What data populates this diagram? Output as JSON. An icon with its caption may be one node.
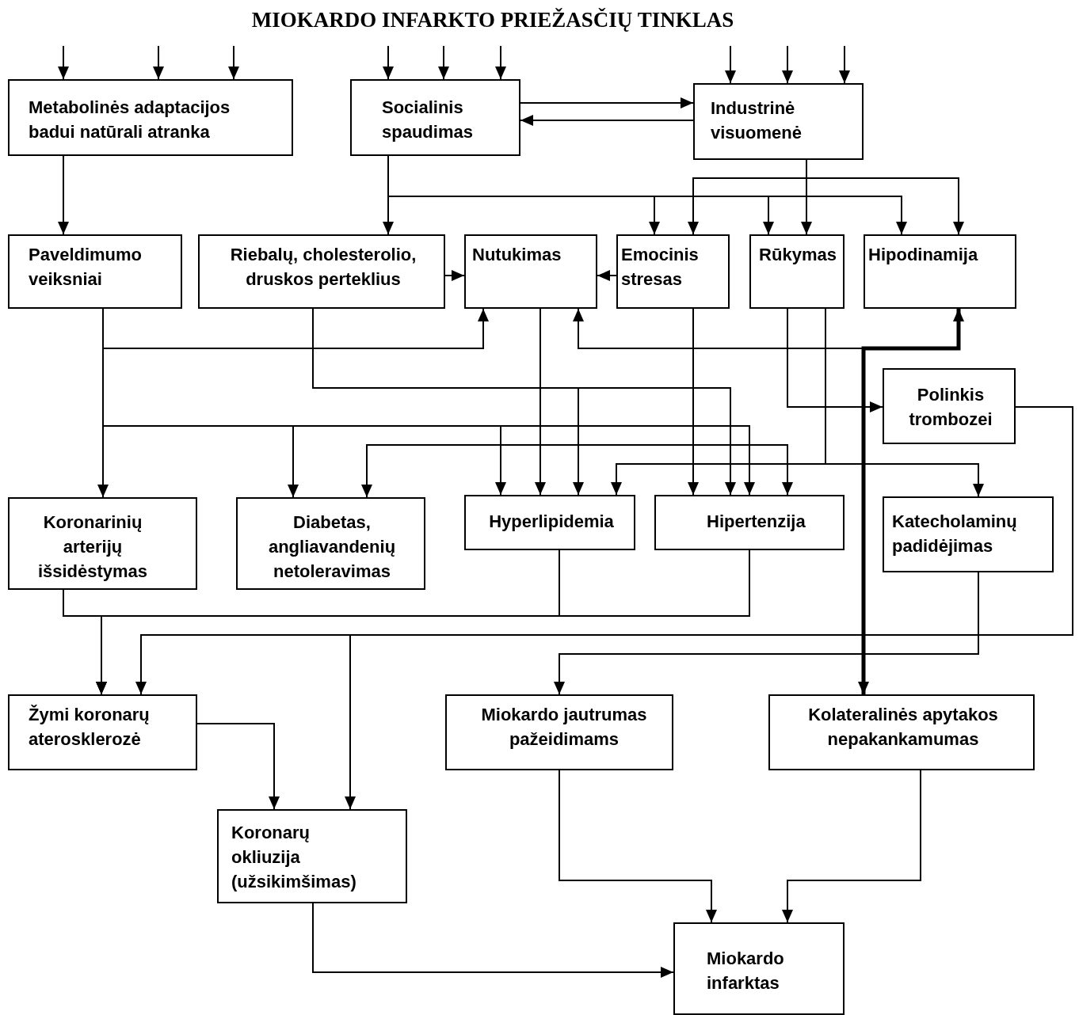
{
  "diagram": {
    "title": "MIOKARDO INFARKTO PRIEŽASČIŲ TINKLAS",
    "nodes": [
      {
        "text": [
          "Metabolinės adaptacijos badui natūrali atranka"
        ]
      },
      {
        "text": [
          "Socialinis spaudimas"
        ]
      },
      {
        "text": [
          "Industrinė visuomenė"
        ]
      },
      {
        "text": [
          "Paveldimumo veiksniai"
        ]
      },
      {
        "text": [
          "Riebalų, cholesterolio, druskos perteklius"
        ]
      },
      {
        "text": [
          "Nutukimas"
        ]
      },
      {
        "text": [
          "Emocinis stresas"
        ]
      },
      {
        "text": [
          "Rūkymas"
        ]
      },
      {
        "text": [
          "Hipodinamija"
        ]
      },
      {
        "text": [
          "Polinkis trombozei"
        ]
      },
      {
        "text": [
          "Koronarinių arterijų išsidėstymas"
        ]
      },
      {
        "text": [
          "Diabetas, angliavandenių netoleravimas"
        ]
      },
      {
        "text": [
          "Hyperlipidemia"
        ]
      },
      {
        "text": [
          "Hipertenzija"
        ]
      },
      {
        "text": [
          "Katecholaminų padidėjimas"
        ]
      },
      {
        "text": [
          "Žymi koronarų aterosklerozė"
        ]
      },
      {
        "text": [
          "Miokardo jautrumas pažeidimams"
        ]
      },
      {
        "text": [
          "Kolateralinės apytakos nepakankamumas"
        ]
      },
      {
        "text": [
          "Koronarų okliuzija (užsikimšimas)"
        ]
      },
      {
        "text": [
          "Miokardo infarktas"
        ]
      }
    ],
    "edges": [
      {
        "from": null,
        "to": 0,
        "arrow": "to"
      },
      {
        "from": null,
        "to": 0,
        "arrow": "to"
      },
      {
        "from": null,
        "to": 0,
        "arrow": "to"
      },
      {
        "from": null,
        "to": 1,
        "arrow": "to"
      },
      {
        "from": null,
        "to": 1,
        "arrow": "to"
      },
      {
        "from": null,
        "to": 1,
        "arrow": "to"
      },
      {
        "from": null,
        "to": 2,
        "arrow": "to"
      },
      {
        "from": null,
        "to": 2,
        "arrow": "to"
      },
      {
        "from": null,
        "to": 2,
        "arrow": "to"
      },
      {
        "from": 1,
        "to": 2,
        "arrow": "to"
      },
      {
        "from": 2,
        "to": 1,
        "arrow": "to"
      },
      {
        "from": 0,
        "to": 3,
        "arrow": "to"
      },
      {
        "from": 1,
        "to": 4,
        "arrow": "to"
      },
      {
        "from": 1,
        "to": 6,
        "arrow": "to"
      },
      {
        "from": 1,
        "to": 7,
        "arrow": "to"
      },
      {
        "from": 1,
        "to": 8,
        "arrow": "to"
      },
      {
        "from": 2,
        "to": 6,
        "arrow": "to"
      },
      {
        "from": 2,
        "to": 7,
        "arrow": "to"
      },
      {
        "from": 2,
        "to": 8,
        "arrow": "to"
      },
      {
        "from": 4,
        "to": 5,
        "arrow": "to"
      },
      {
        "from": 6,
        "to": 5,
        "arrow": "to"
      },
      {
        "from": 3,
        "to": 5,
        "arrow": "to"
      },
      {
        "from": 3,
        "to": 10,
        "arrow": "to"
      },
      {
        "from": 3,
        "to": 11,
        "arrow": "to"
      },
      {
        "from": 3,
        "to": 12,
        "arrow": "to"
      },
      {
        "from": 3,
        "to": 13,
        "arrow": "to"
      },
      {
        "from": 4,
        "to": 12,
        "arrow": "to"
      },
      {
        "from": 4,
        "to": 13,
        "arrow": "to"
      },
      {
        "from": 5,
        "to": 12,
        "arrow": "to"
      },
      {
        "from": 5,
        "to": 11,
        "arrow": "to"
      },
      {
        "from": 5,
        "to": 13,
        "arrow": "to"
      },
      {
        "from": 6,
        "to": 13,
        "arrow": "to"
      },
      {
        "from": 7,
        "to": 9,
        "arrow": "to"
      },
      {
        "from": 7,
        "to": 12,
        "arrow": "to"
      },
      {
        "from": 7,
        "to": 14,
        "arrow": "to"
      },
      {
        "from": 5,
        "to": 8,
        "arrow": "both"
      },
      {
        "from": 8,
        "to": 17,
        "arrow": "to",
        "style": "thick"
      },
      {
        "from": 10,
        "to": 15,
        "arrow": "to"
      },
      {
        "from": 12,
        "to": 15,
        "arrow": "to"
      },
      {
        "from": 13,
        "to": 15,
        "arrow": "to"
      },
      {
        "from": 9,
        "to": 15,
        "arrow": "to"
      },
      {
        "from": 9,
        "to": 18,
        "arrow": "to"
      },
      {
        "from": 14,
        "to": 16,
        "arrow": "to"
      },
      {
        "from": 15,
        "to": 18,
        "arrow": "to"
      },
      {
        "from": 16,
        "to": 19,
        "arrow": "to"
      },
      {
        "from": 17,
        "to": 19,
        "arrow": "to"
      },
      {
        "from": 18,
        "to": 19,
        "arrow": "to"
      }
    ]
  }
}
